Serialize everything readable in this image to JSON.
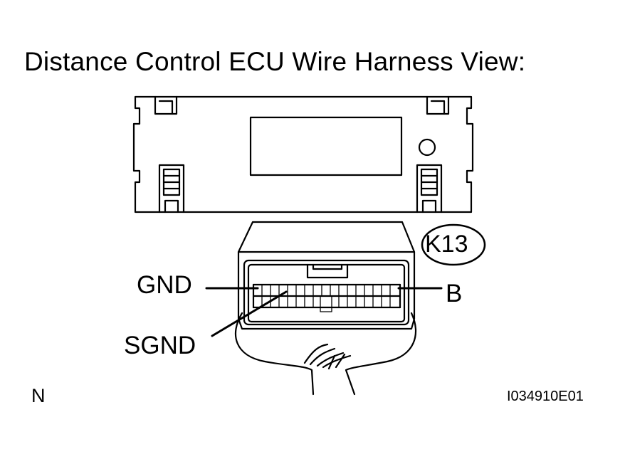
{
  "title": "Distance Control ECU Wire Harness View:",
  "connector_code": "K13",
  "pins": {
    "gnd": "GND",
    "sgnd": "SGND",
    "b": "B"
  },
  "orientation_mark": "N",
  "figure_code": "I034910E01"
}
